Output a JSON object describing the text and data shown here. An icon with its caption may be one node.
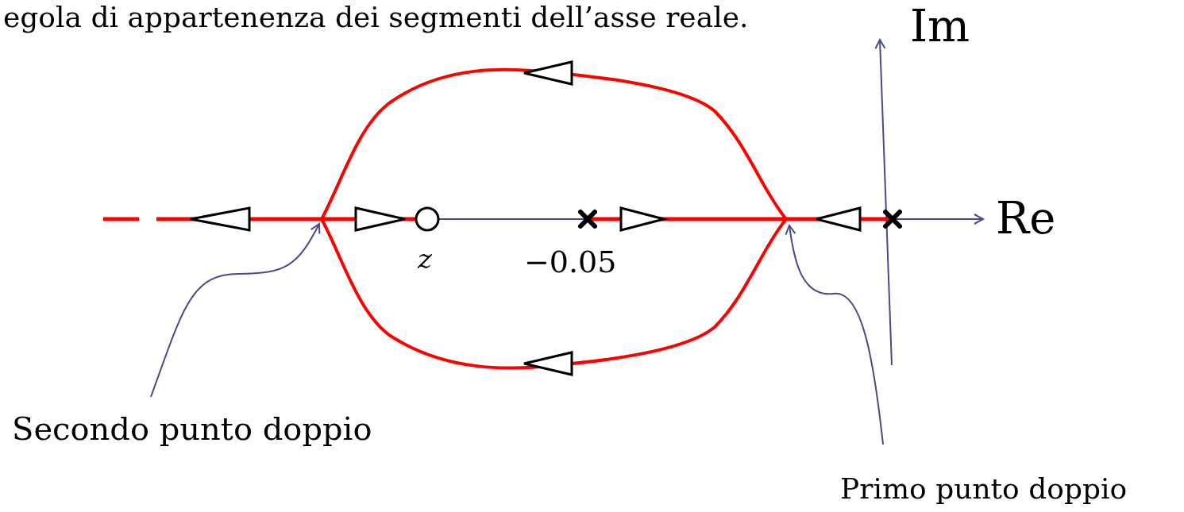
{
  "diagram": {
    "nodes": [
      {
        "text": [
          "Secondo punto doppio"
        ]
      },
      {
        "text": [
          "Primo punto doppio"
        ]
      }
    ],
    "edges": [
      {
        "from": 0,
        "to": null,
        "arrow": "to"
      },
      {
        "from": 1,
        "to": null,
        "arrow": "to"
      }
    ],
    "labels": [
      "egola di appartenenza dei segmenti dell’asse reale.",
      "Im",
      "Re",
      "z",
      "−0.05"
    ]
  }
}
